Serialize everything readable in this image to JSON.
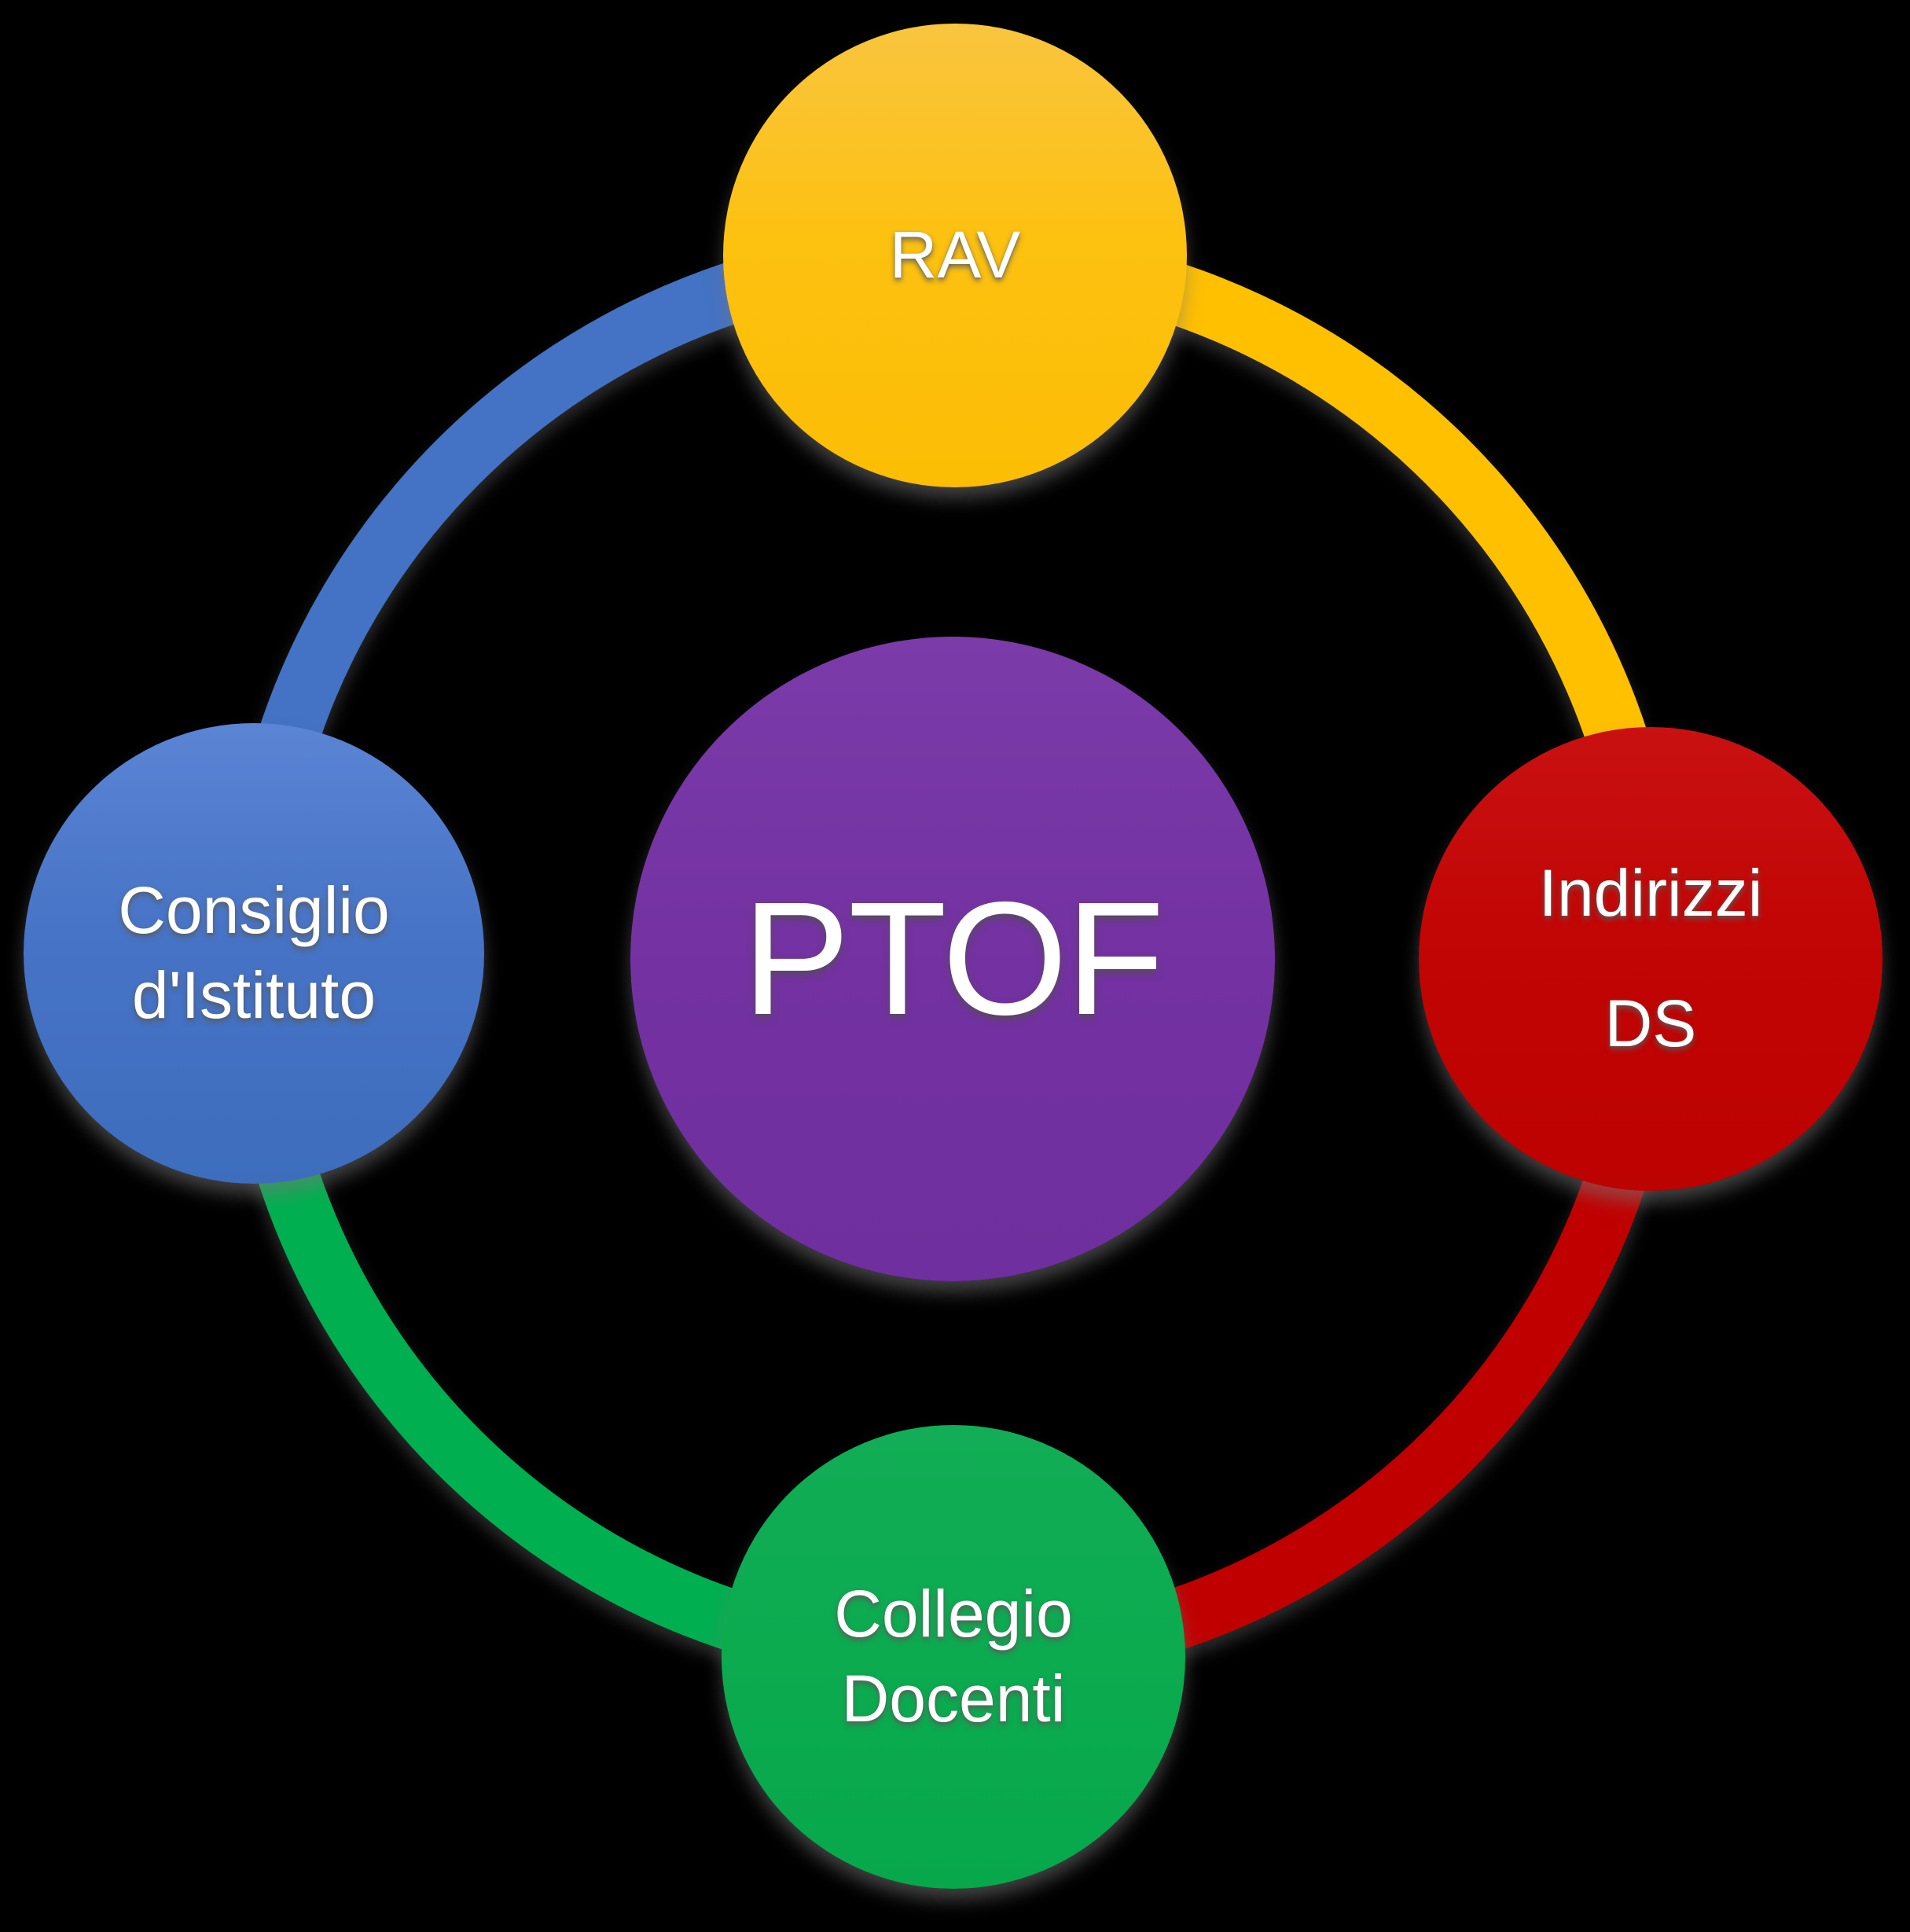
{
  "diagram": {
    "background_color": "#000000",
    "text_color": "#FFFFFF",
    "center": {
      "label": "PTOF",
      "color": "#7030A0"
    },
    "nodes": [
      {
        "id": "rav",
        "position": "top",
        "color": "#FFC000",
        "lines": [
          "RAV"
        ]
      },
      {
        "id": "indirizzi-ds",
        "position": "right",
        "color": "#C00000",
        "lines": [
          "Indirizzi",
          "DS"
        ]
      },
      {
        "id": "collegio-docenti",
        "position": "bottom",
        "color": "#00B050",
        "lines": [
          "Collegio",
          "Docenti"
        ]
      },
      {
        "id": "consiglio-istituto",
        "position": "left",
        "color": "#4472C4",
        "lines": [
          "Consiglio",
          "d'Istituto"
        ]
      }
    ],
    "arcs": [
      {
        "id": "arc-consiglio-to-rav",
        "from": "consiglio-istituto",
        "to": "rav",
        "color": "#4472C4"
      },
      {
        "id": "arc-rav-to-indirizzi",
        "from": "rav",
        "to": "indirizzi-ds",
        "color": "#FFC000"
      },
      {
        "id": "arc-indirizzi-to-collegio",
        "from": "indirizzi-ds",
        "to": "collegio-docenti",
        "color": "#C00000"
      },
      {
        "id": "arc-collegio-to-consiglio",
        "from": "collegio-docenti",
        "to": "consiglio-istituto",
        "color": "#00B050"
      }
    ]
  }
}
